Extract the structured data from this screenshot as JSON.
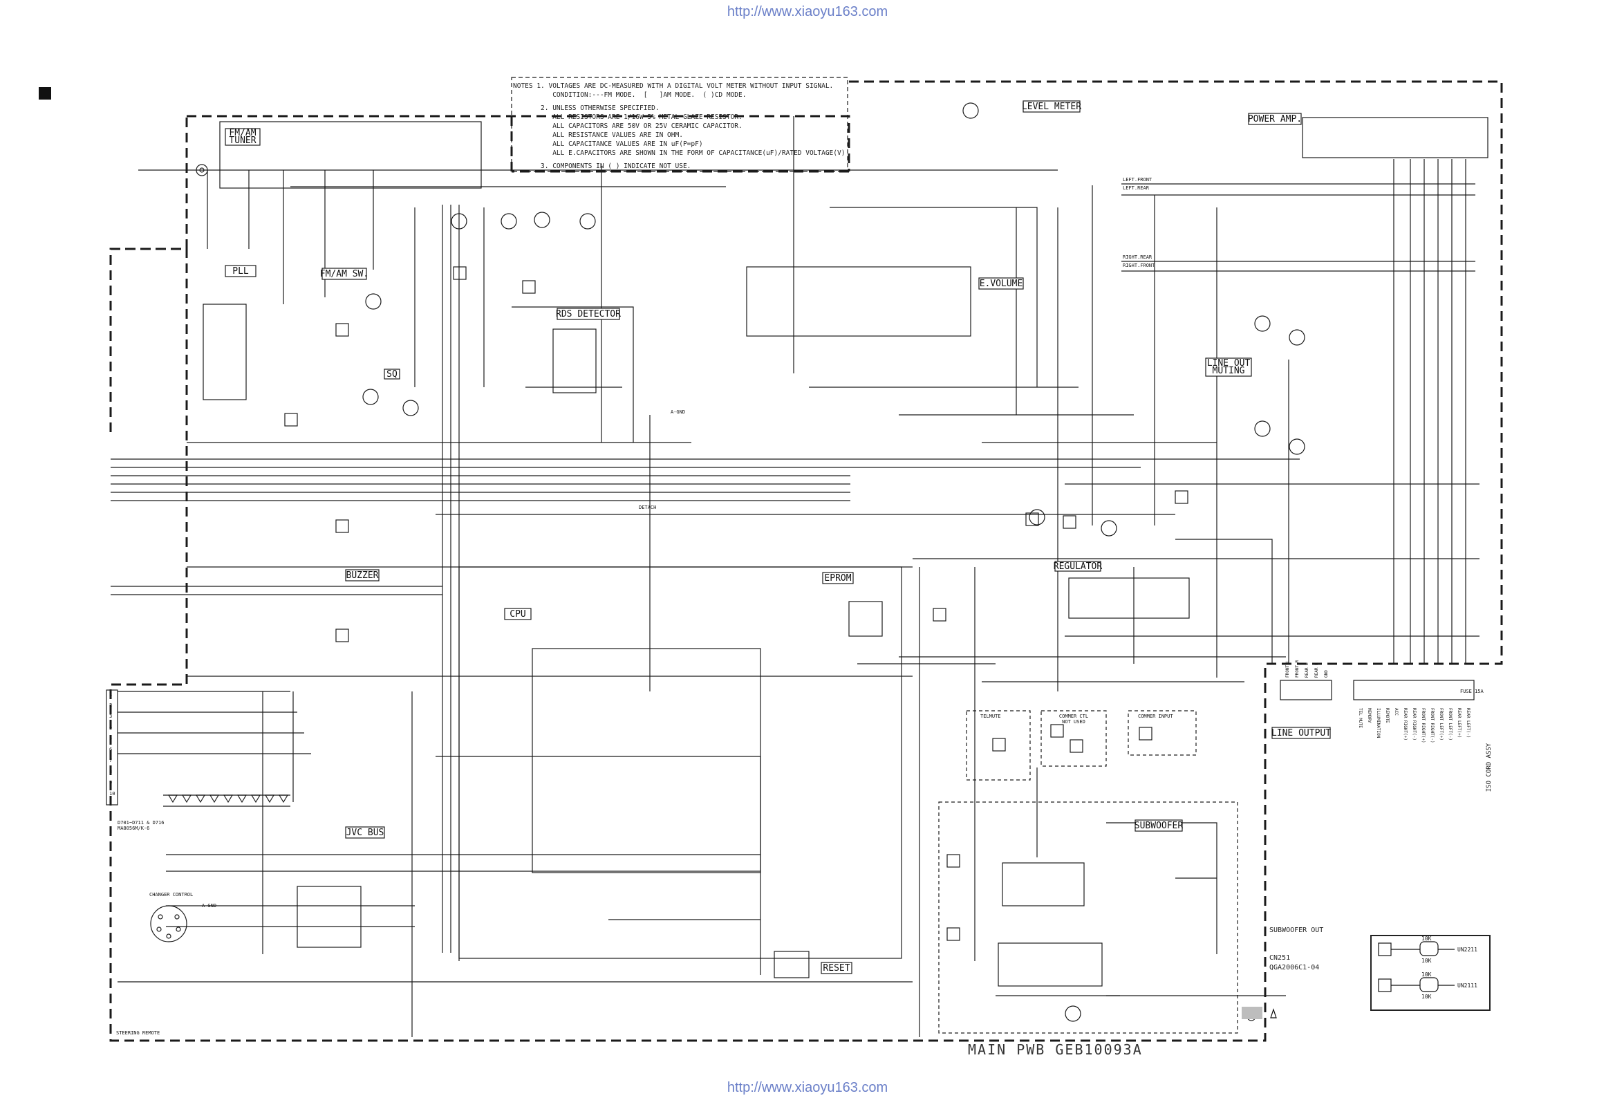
{
  "url": "http://www.xiaoyu163.com",
  "pwb_label": "MAIN PWB GEB10093A",
  "notes": [
    "NOTES 1. VOLTAGES ARE DC-MEASURED WITH A DIGITAL VOLT METER WITHOUT INPUT SIGNAL.",
    "          CONDITION:---FM MODE.  [   ]AM MODE.  ( )CD MODE.",
    "       2. UNLESS OTHERWISE SPECIFIED.",
    "          ALL RESISTORS ARE 1/16W 5% METAL GLAZE RESISTOR.",
    "          ALL CAPACITORS ARE 50V OR 25V CERAMIC CAPACITOR.",
    "          ALL RESISTANCE VALUES ARE IN OHM.",
    "          ALL CAPACITANCE VALUES ARE IN uF(P=pF)",
    "          ALL E.CAPACITORS ARE SHOWN IN THE FORM OF CAPACITANCE(uF)/RATED VOLTAGE(V)",
    "       3. COMPONENTS IN ( ) INDICATE NOT USE."
  ],
  "blocks": {
    "fm_am_tuner": "FM/AM\nTUNER",
    "pll": "PLL",
    "fm_am_sw": "FM/AM SW.",
    "sq": "SQ",
    "rds_detector": "RDS DETECTOR",
    "level_meter": "LEVEL METER",
    "e_volume": "E.VOLUME",
    "power_amp": "POWER AMP.",
    "line_out_muting": "LINE OUT\nMUTING",
    "buzzer": "BUZZER",
    "cpu": "CPU",
    "eprom": "EPROM",
    "regulator": "REGULATOR",
    "telmute": "TELMUTE",
    "commer_ctl": "COMMER CTL\nNOT USED",
    "commer_input": "COMMER INPUT",
    "line_output": "LINE OUTPUT",
    "subwoofer": "SUBWOOFER",
    "jvc_bus": "JVC BUS",
    "reset": "RESET",
    "changer_control": "CHANGER CONTROL",
    "steering_remote": "STEERING REMOTE"
  },
  "signal_labels": {
    "left_front": "LEFT.FRONT",
    "left_rear": "LEFT.REAR",
    "right_rear": "RIGHT.REAR",
    "right_front": "RIGHT.FRONT",
    "a_gnd": "A-GND",
    "detach": "DETACH",
    "fuse": "FUSE 15A",
    "iso_cord": "ISO CORD ASSY",
    "subwoofer_out": "SUBWOOFER OUT",
    "cn251": "CN251",
    "cn251_part": "QGA2006C1-04",
    "diode_note": "D701~D711 & D716\nMA8056M/K-6"
  },
  "legend": [
    {
      "res_top": "10K",
      "res_bottom": "10K",
      "part": "UN2211"
    },
    {
      "res_top": "10K",
      "res_bottom": "10K",
      "part": "UN2111"
    }
  ],
  "connector_pins": [
    "1",
    "2",
    "3",
    "4",
    "5",
    "6",
    "7",
    "8",
    "9",
    "10"
  ],
  "line_output_pins": [
    "FRONT L",
    "FRONT R",
    "REAR L",
    "REAR R",
    "GND"
  ],
  "iso_pins": [
    "TEL MUTE",
    "MEMORY",
    "ILLUMINATION",
    "REMOTE",
    "ACC",
    "REAR RIGHT(+)",
    "REAR RIGHT(-)",
    "FRONT RIGHT(+)",
    "FRONT RIGHT(-)",
    "FRONT LEFT(+)",
    "FRONT LEFT(-)",
    "REAR LEFT(+)",
    "REAR LEFT(-)"
  ],
  "colors": {
    "line": "#1a1a1a",
    "url": "#6a7fc8"
  }
}
